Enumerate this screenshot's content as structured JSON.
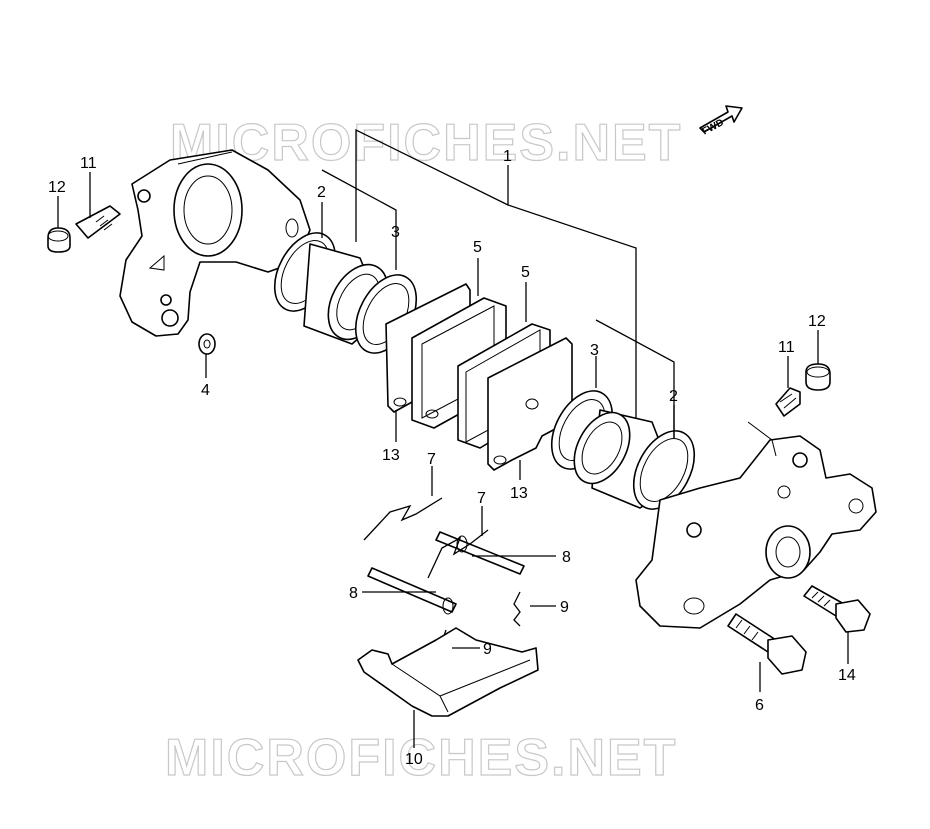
{
  "watermark_top": "MICROFICHES.NET",
  "watermark_bottom": "MICROFICHES.NET",
  "direction_arrow": "FWD",
  "callouts": {
    "c1": "1",
    "c2a": "2",
    "c2b": "2",
    "c3a": "3",
    "c3b": "3",
    "c4": "4",
    "c5a": "5",
    "c5b": "5",
    "c6": "6",
    "c7a": "7",
    "c7b": "7",
    "c8a": "8",
    "c8b": "8",
    "c9a": "9",
    "c9b": "9",
    "c10": "10",
    "c11a": "11",
    "c11b": "11",
    "c12a": "12",
    "c12b": "12",
    "c13a": "13",
    "c13b": "13",
    "c14": "14"
  }
}
